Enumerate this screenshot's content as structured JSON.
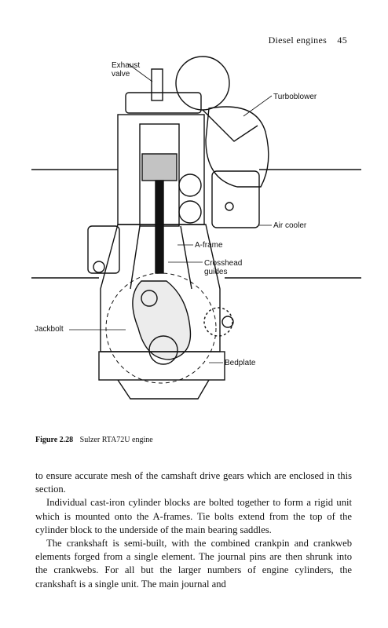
{
  "header": {
    "title": "Diesel engines",
    "page_number": "45"
  },
  "figure": {
    "labels": {
      "exhaust_valve": "Exhaust valve",
      "turboblower": "Turboblower",
      "air_cooler": "Air cooler",
      "a_frame": "A-frame",
      "crosshead_guides": "Crosshead guides",
      "jackbolt": "Jackbolt",
      "bedplate": "Bedplate"
    },
    "caption_number": "Figure 2.28",
    "caption_text": "Sulzer RTA72U engine"
  },
  "body": {
    "paragraphs": [
      "to ensure accurate mesh of the camshaft drive gears which are enclosed in this section.",
      "Individual cast-iron cylinder blocks are bolted together to form a rigid unit which is mounted onto the A-frames. Tie bolts extend from the top of the cylinder block to the underside of the main bearing saddles.",
      "The crankshaft is semi-built, with the combined crankpin and crankweb elements forged from a single element. The journal pins are then shrunk into the crankwebs. For all but the larger numbers of engine cylinders, the crankshaft is a single unit. The main journal and"
    ]
  }
}
